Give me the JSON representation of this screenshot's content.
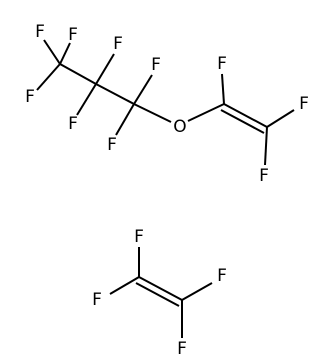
{
  "structure": {
    "molecules": [
      {
        "atoms": {
          "F1": "F",
          "F2": "F",
          "F3": "F",
          "F4": "F",
          "F5": "F",
          "F6": "F",
          "F7": "F",
          "O1": "O",
          "F8": "F",
          "F9": "F",
          "F10": "F"
        }
      },
      {
        "atoms": {
          "F11": "F",
          "F12": "F",
          "F13": "F",
          "F14": "F"
        }
      }
    ]
  },
  "colors": {
    "bond": "#000000",
    "label": "#000000",
    "background": "#ffffff"
  }
}
